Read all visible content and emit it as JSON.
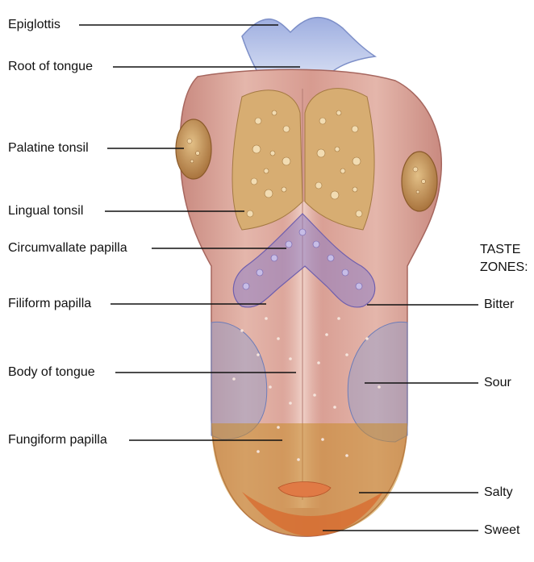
{
  "diagram": {
    "left_labels": [
      {
        "id": "epiglottis",
        "text": "Epiglottis"
      },
      {
        "id": "root-of-tongue",
        "text": "Root of tongue"
      },
      {
        "id": "palatine-tonsil",
        "text": "Palatine tonsil"
      },
      {
        "id": "lingual-tonsil",
        "text": "Lingual tonsil"
      },
      {
        "id": "circumvallate-papilla",
        "text": "Circumvallate papilla"
      },
      {
        "id": "filiform-papilla",
        "text": "Filiform papilla"
      },
      {
        "id": "body-of-tongue",
        "text": "Body of tongue"
      },
      {
        "id": "fungiform-papilla",
        "text": "Fungiform papilla"
      }
    ],
    "taste_zones_heading_line1": "TASTE",
    "taste_zones_heading_line2": "ZONES:",
    "right_labels": [
      {
        "id": "bitter",
        "text": "Bitter"
      },
      {
        "id": "sour",
        "text": "Sour"
      },
      {
        "id": "salty",
        "text": "Salty"
      },
      {
        "id": "sweet",
        "text": "Sweet"
      }
    ],
    "colors": {
      "tongue": "#d9a39a",
      "tongue_dark": "#b8726a",
      "tonsil": "#c9955a",
      "bitter_zone": "#8f7fc4",
      "sour_zone": "#8d9ccd",
      "salty_zone": "#c98d2a",
      "sweet_zone": "#d9652a",
      "epiglottis": "#a6b4e0"
    }
  }
}
